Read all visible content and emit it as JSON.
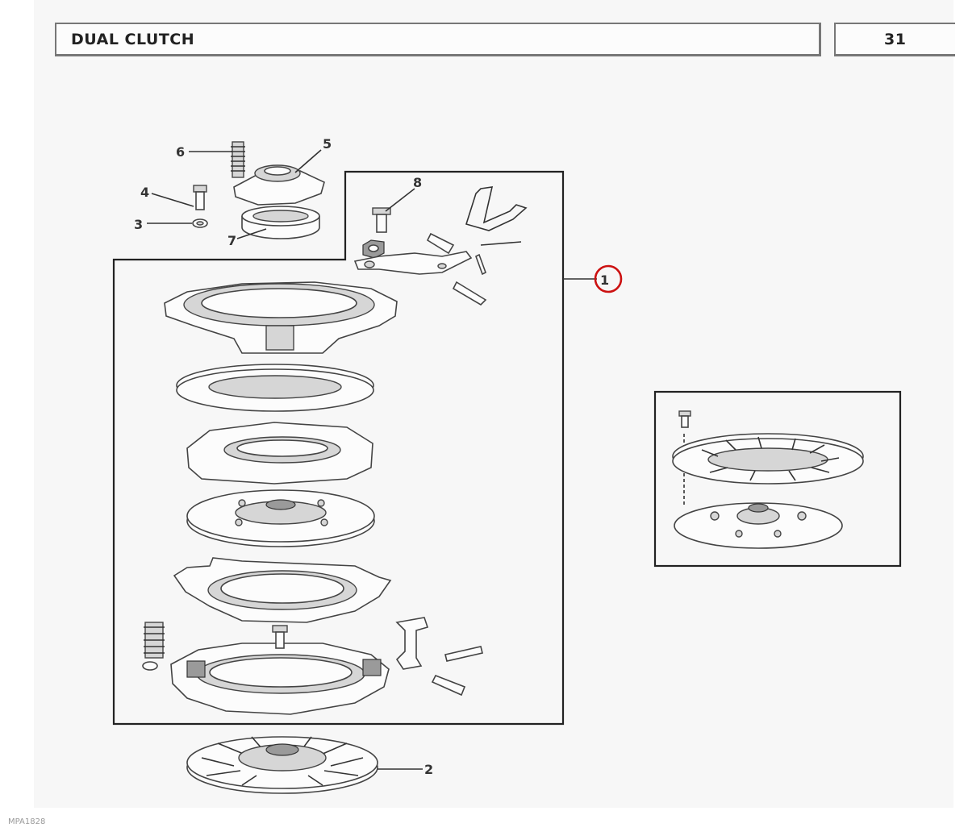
{
  "header": {
    "title": "DUAL CLUTCH",
    "page_number": "31"
  },
  "callouts": {
    "c1": "1",
    "c2": "2",
    "c3": "3",
    "c4": "4",
    "c5": "5",
    "c6": "6",
    "c7": "7",
    "c8": "8"
  },
  "highlight": {
    "callout": "1",
    "color": "#cc1111"
  },
  "footer": {
    "code": "MPA1828"
  }
}
